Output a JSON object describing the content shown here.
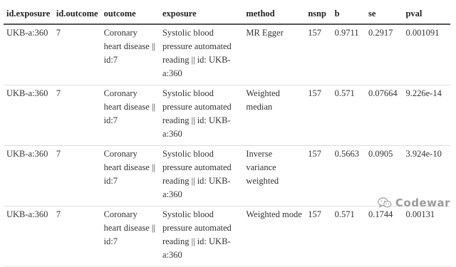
{
  "table": {
    "headers": [
      "id.exposure",
      "id.outcome",
      "outcome",
      "exposure",
      "method",
      "nsnp",
      "b",
      "se",
      "pval"
    ],
    "rows": [
      {
        "id_exposure": "UKB-a:360",
        "id_outcome": "7",
        "outcome": "Coronary heart disease || id:7",
        "exposure": "Systolic blood pressure automated reading || id: UKB-a:360",
        "method": "MR Egger",
        "nsnp": "157",
        "b": "0.9711",
        "se": "0.2917",
        "pval": "0.001091"
      },
      {
        "id_exposure": "UKB-a:360",
        "id_outcome": "7",
        "outcome": "Coronary heart disease || id:7",
        "exposure": "Systolic blood pressure automated reading || id: UKB-a:360",
        "method": "Weighted median",
        "nsnp": "157",
        "b": "0.571",
        "se": "0.07664",
        "pval": "9.226e-14"
      },
      {
        "id_exposure": "UKB-a:360",
        "id_outcome": "7",
        "outcome": "Coronary heart disease || id:7",
        "exposure": "Systolic blood pressure automated reading || id: UKB-a:360",
        "method": "Inverse variance weighted",
        "nsnp": "157",
        "b": "0.5663",
        "se": "0.0905",
        "pval": "3.924e-10"
      },
      {
        "id_exposure": "UKB-a:360",
        "id_outcome": "7",
        "outcome": "Coronary heart disease || id:7",
        "exposure": "Systolic blood pressure automated reading || id: UKB-a:360",
        "method": "Weighted mode",
        "nsnp": "157",
        "b": "0.571",
        "se": "0.1744",
        "pval": "0.00131"
      }
    ]
  },
  "watermark": {
    "text": "Codewar",
    "icon": "wechat-icon"
  }
}
